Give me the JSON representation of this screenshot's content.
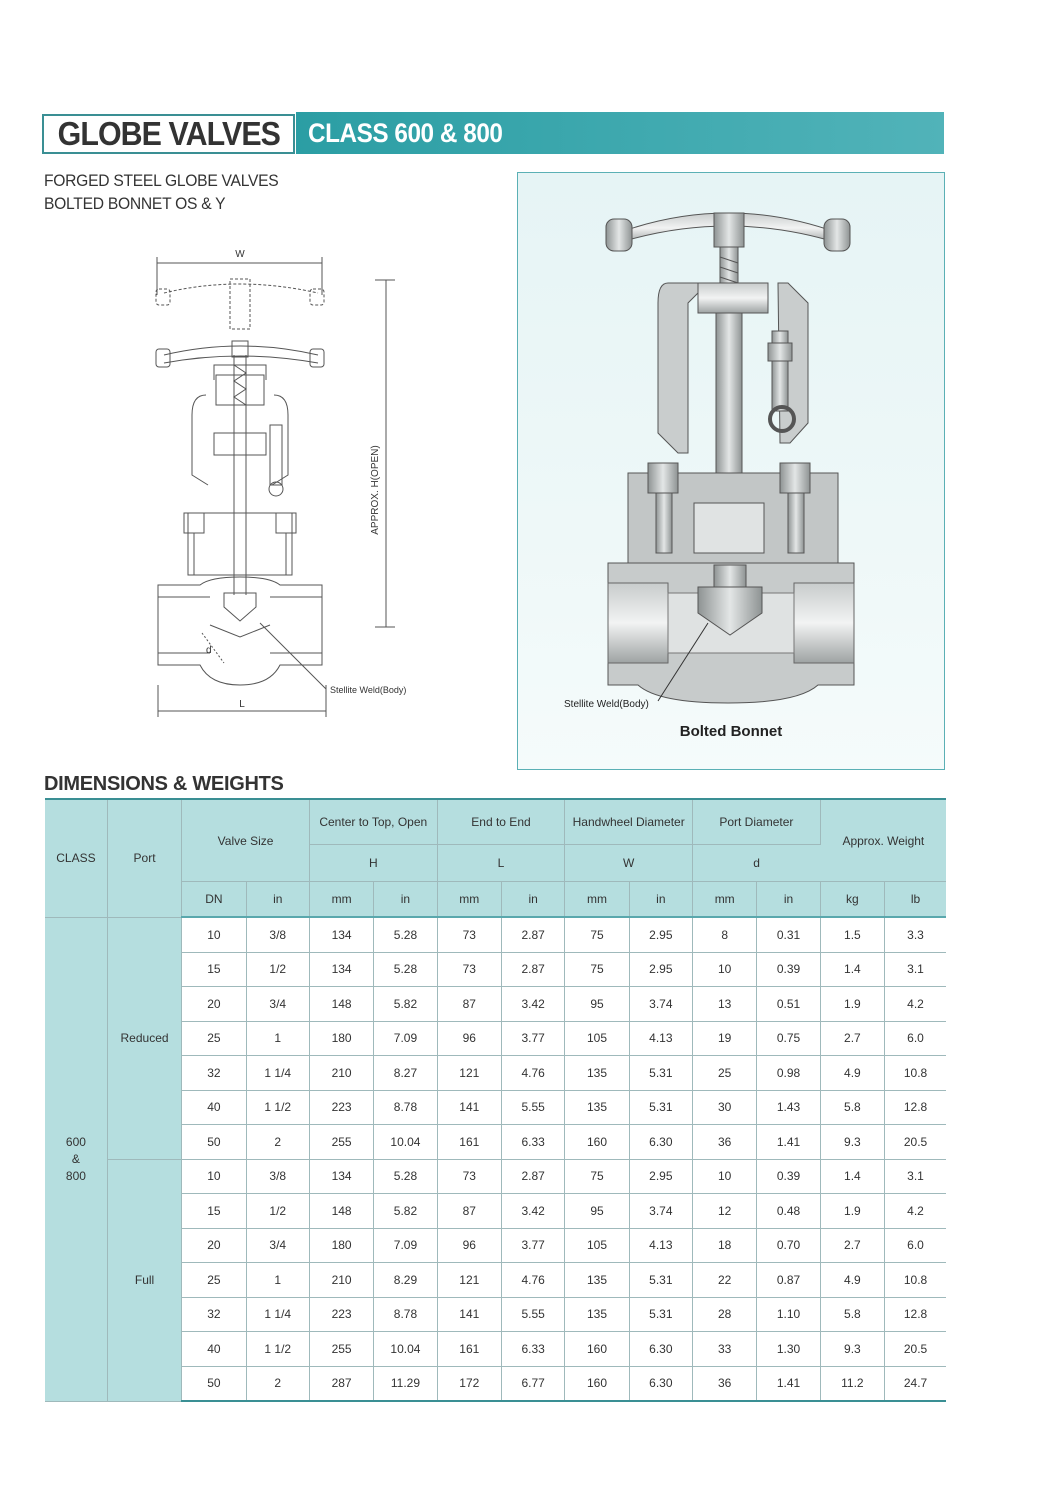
{
  "header": {
    "title": "GLOBE VALVES",
    "subtitle": "CLASS 600 & 800",
    "description_line1": "FORGED STEEL GLOBE VALVES",
    "description_line2": "BOLTED BONNET OS & Y"
  },
  "drawing": {
    "label_w": "W",
    "label_h": "APPROX. H(OPEN)",
    "label_d": "d",
    "label_l": "L",
    "weld_label": "Stellite Weld(Body)"
  },
  "photo": {
    "weld_label": "Stellite Weld(Body)",
    "caption": "Bolted Bonnet"
  },
  "section_title": "DIMENSIONS & WEIGHTS",
  "table": {
    "headers": {
      "class": "CLASS",
      "port": "Port",
      "valve_size": "Valve Size",
      "center_to_top": "Center to Top, Open",
      "h": "H",
      "end_to_end": "End to End",
      "l": "L",
      "handwheel": "Handwheel Diameter",
      "w": "W",
      "port_diameter": "Port Diameter",
      "d": "d",
      "weight": "Approx. Weight"
    },
    "units": [
      "DN",
      "in",
      "mm",
      "in",
      "mm",
      "in",
      "mm",
      "in",
      "mm",
      "in",
      "kg",
      "lb"
    ],
    "class_value": [
      "600",
      "&",
      "800"
    ],
    "groups": [
      {
        "port": "Reduced",
        "rows": [
          [
            "10",
            "3/8",
            "134",
            "5.28",
            "73",
            "2.87",
            "75",
            "2.95",
            "8",
            "0.31",
            "1.5",
            "3.3"
          ],
          [
            "15",
            "1/2",
            "134",
            "5.28",
            "73",
            "2.87",
            "75",
            "2.95",
            "10",
            "0.39",
            "1.4",
            "3.1"
          ],
          [
            "20",
            "3/4",
            "148",
            "5.82",
            "87",
            "3.42",
            "95",
            "3.74",
            "13",
            "0.51",
            "1.9",
            "4.2"
          ],
          [
            "25",
            "1",
            "180",
            "7.09",
            "96",
            "3.77",
            "105",
            "4.13",
            "19",
            "0.75",
            "2.7",
            "6.0"
          ],
          [
            "32",
            "1 1/4",
            "210",
            "8.27",
            "121",
            "4.76",
            "135",
            "5.31",
            "25",
            "0.98",
            "4.9",
            "10.8"
          ],
          [
            "40",
            "1 1/2",
            "223",
            "8.78",
            "141",
            "5.55",
            "135",
            "5.31",
            "30",
            "1.43",
            "5.8",
            "12.8"
          ],
          [
            "50",
            "2",
            "255",
            "10.04",
            "161",
            "6.33",
            "160",
            "6.30",
            "36",
            "1.41",
            "9.3",
            "20.5"
          ]
        ]
      },
      {
        "port": "Full",
        "rows": [
          [
            "10",
            "3/8",
            "134",
            "5.28",
            "73",
            "2.87",
            "75",
            "2.95",
            "10",
            "0.39",
            "1.4",
            "3.1"
          ],
          [
            "15",
            "1/2",
            "148",
            "5.82",
            "87",
            "3.42",
            "95",
            "3.74",
            "12",
            "0.48",
            "1.9",
            "4.2"
          ],
          [
            "20",
            "3/4",
            "180",
            "7.09",
            "96",
            "3.77",
            "105",
            "4.13",
            "18",
            "0.70",
            "2.7",
            "6.0"
          ],
          [
            "25",
            "1",
            "210",
            "8.29",
            "121",
            "4.76",
            "135",
            "5.31",
            "22",
            "0.87",
            "4.9",
            "10.8"
          ],
          [
            "32",
            "1 1/4",
            "223",
            "8.78",
            "141",
            "5.55",
            "135",
            "5.31",
            "28",
            "1.10",
            "5.8",
            "12.8"
          ],
          [
            "40",
            "1 1/2",
            "255",
            "10.04",
            "161",
            "6.33",
            "160",
            "6.30",
            "33",
            "1.30",
            "9.3",
            "20.5"
          ],
          [
            "50",
            "2",
            "287",
            "11.29",
            "172",
            "6.77",
            "160",
            "6.30",
            "36",
            "1.41",
            "11.2",
            "24.7"
          ]
        ]
      }
    ]
  },
  "colors": {
    "teal": "#2b9ea4",
    "header_cell": "#b5dedf",
    "border": "#3a8f94"
  }
}
